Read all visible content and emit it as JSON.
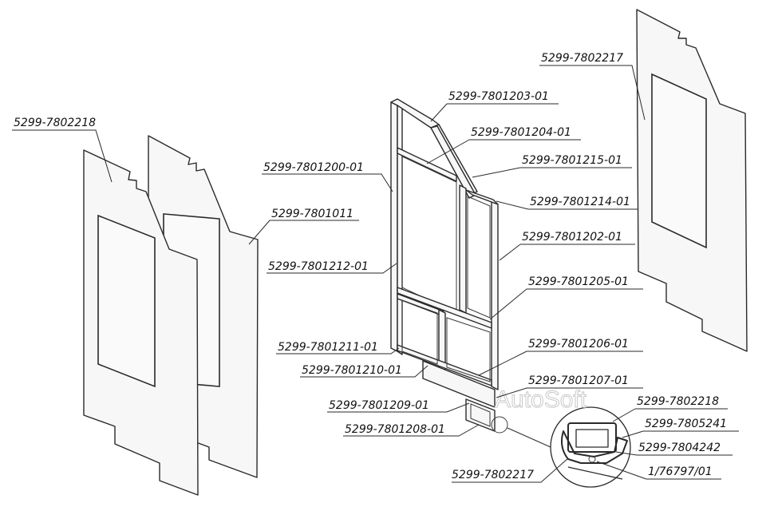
{
  "watermark": "AutoSoft",
  "labels": [
    "5299-7802218",
    "5299-7801011",
    "5299-7801200-01",
    "5299-7801212-01",
    "5299-7801211-01",
    "5299-7801210-01",
    "5299-7801209-01",
    "5299-7801208-01",
    "5299-7801203-01",
    "5299-7801204-01",
    "5299-7801215-01",
    "5299-7801214-01",
    "5299-7801202-01",
    "5299-7801205-01",
    "5299-7801206-01",
    "5299-7801207-01",
    "5299-7802217",
    "5299-7802218",
    "5299-7805241",
    "5299-7804242",
    "1/76797/01",
    "5299-7802217"
  ]
}
